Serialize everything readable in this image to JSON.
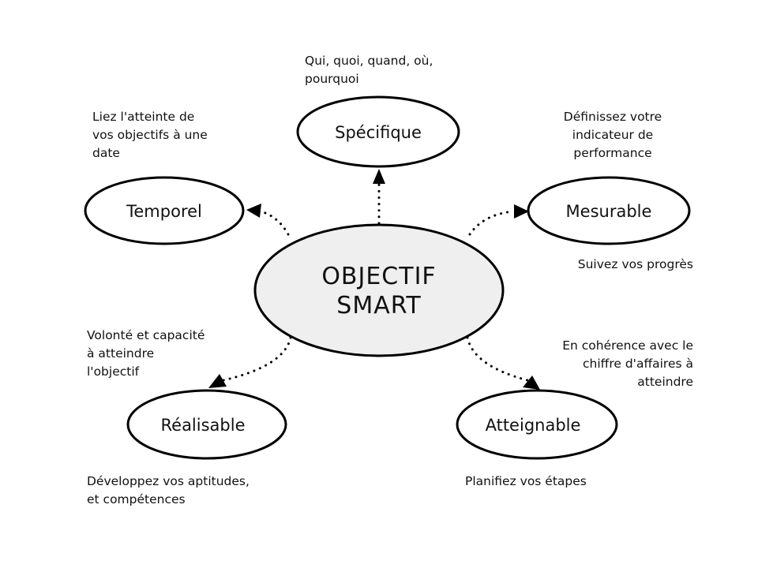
{
  "center": {
    "line1": "OBJECTIF",
    "line2": "SMART"
  },
  "nodes": {
    "specifique": {
      "label": "Spécifique",
      "desc": [
        "Qui, quoi, quand, où,",
        "pourquoi"
      ]
    },
    "mesurable": {
      "label": "Mesurable",
      "desc_above": [
        "Définissez votre",
        "indicateur de",
        "performance"
      ],
      "desc_below": [
        "Suivez vos progrès"
      ]
    },
    "temporel": {
      "label": "Temporel",
      "desc": [
        "Liez l'atteinte de",
        "vos objectifs à une",
        "date"
      ]
    },
    "realisable": {
      "label": "Réalisable",
      "desc_above": [
        "Volonté et capacité",
        "à atteindre",
        "l'objectif"
      ],
      "desc_below": [
        "Développez vos aptitudes,",
        "et compétences"
      ]
    },
    "atteignable": {
      "label": "Atteignable",
      "desc_above": [
        "En cohérence avec le",
        "chiffre d'affaires à",
        "atteindre"
      ],
      "desc_below": [
        "Planifiez vos étapes"
      ]
    }
  }
}
